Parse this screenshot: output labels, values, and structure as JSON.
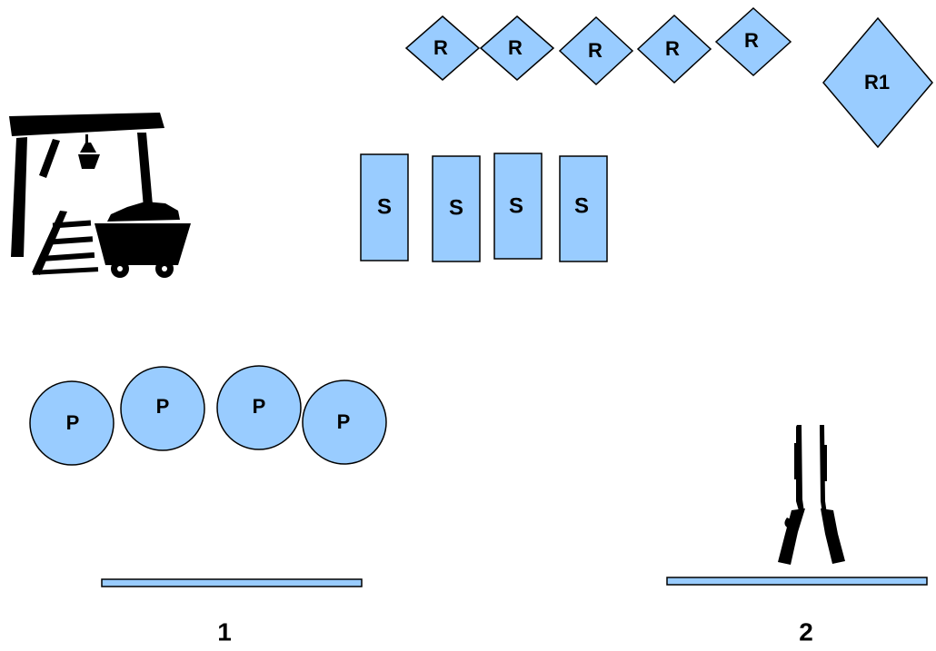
{
  "targets": {
    "rotating": [
      "R",
      "R",
      "R",
      "R",
      "R"
    ],
    "rotating_large": "R1",
    "steel": [
      "S",
      "S",
      "S",
      "S"
    ],
    "plates": [
      "P",
      "P",
      "P",
      "P"
    ]
  },
  "stations": [
    {
      "number": "1"
    },
    {
      "number": "2"
    }
  ],
  "icons": {
    "mine": "mine-cart-gallows-icon",
    "guns": "staged-rifles-icon"
  },
  "colors": {
    "target_fill": "#99ccff",
    "outline": "#000000"
  }
}
